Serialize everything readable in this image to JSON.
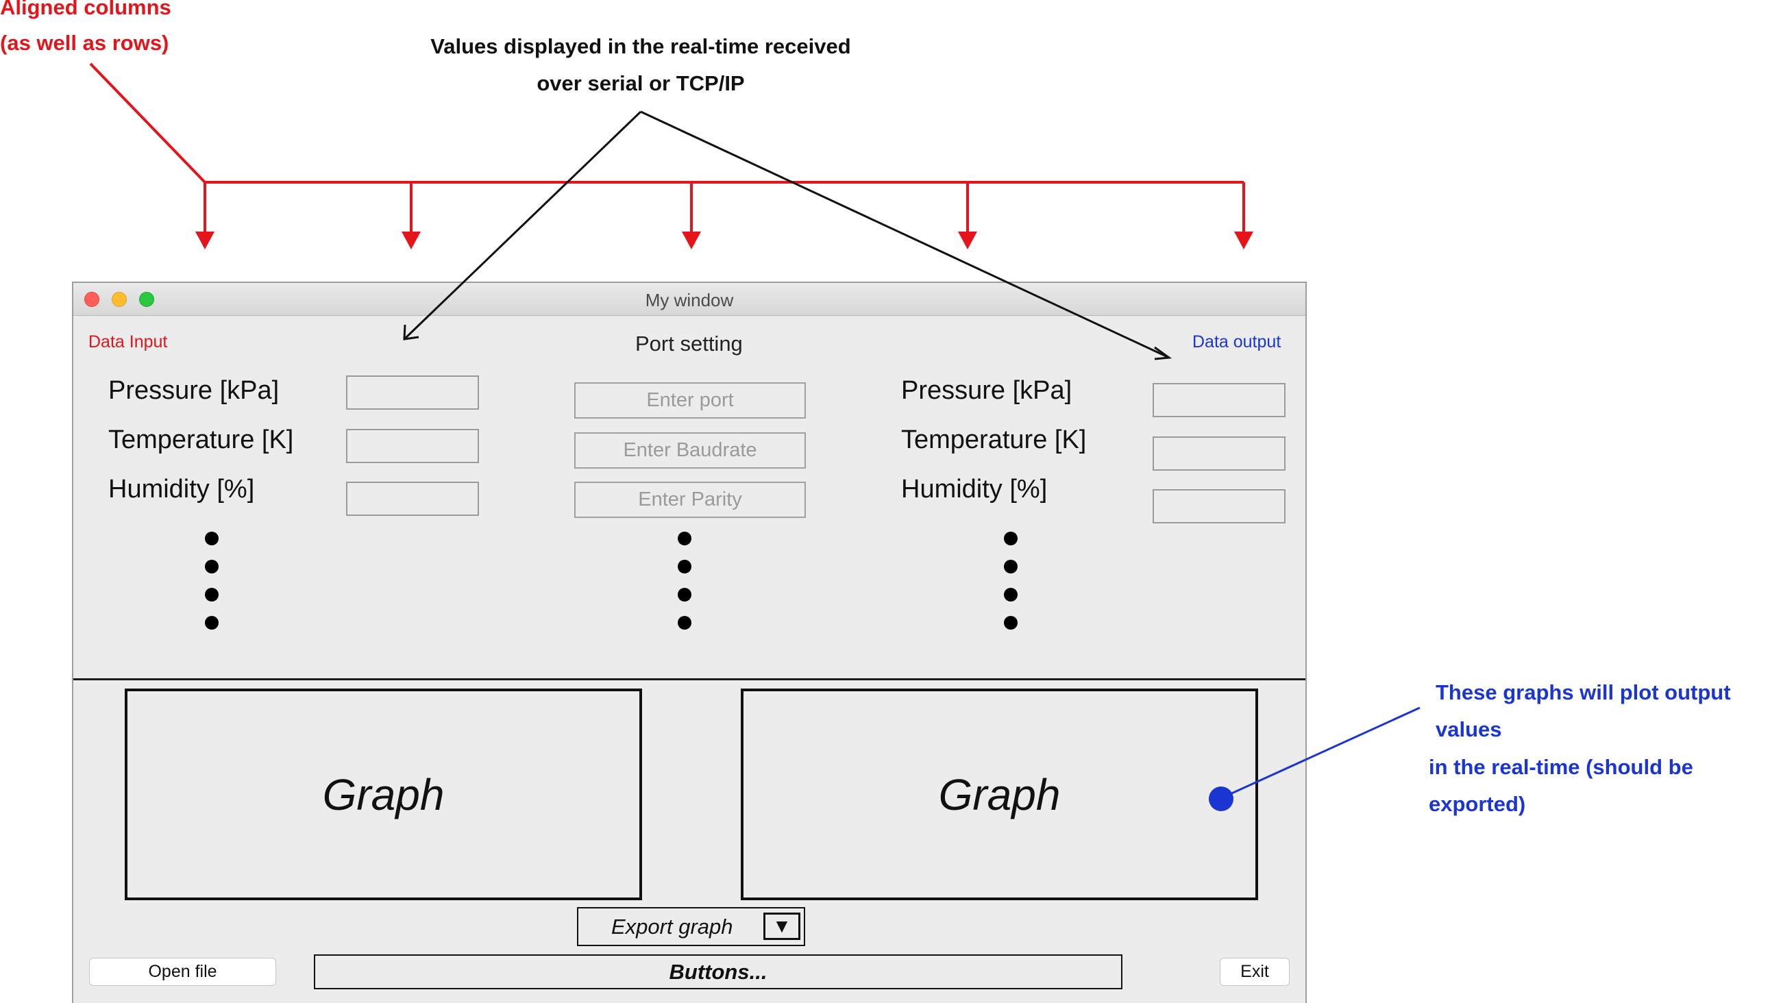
{
  "annotations": {
    "aligned": {
      "line1": "Aligned columns",
      "line2": "(as well as rows)"
    },
    "values": {
      "line1": "Values displayed in the real-time received",
      "line2": "over serial or TCP/IP"
    },
    "graphs": {
      "line1": "These graphs will plot output values",
      "line2": "in the real-time (should be exported)"
    }
  },
  "window": {
    "title": "My window",
    "input_section": {
      "label": "Data Input",
      "fields": [
        "Pressure [kPa]",
        "Temperature [K]",
        "Humidity [%]"
      ]
    },
    "port_section": {
      "label": "Port setting",
      "placeholders": [
        "Enter port",
        "Enter Baudrate",
        "Enter Parity"
      ]
    },
    "output_section": {
      "label": "Data output",
      "fields": [
        "Pressure [kPa]",
        "Temperature [K]",
        "Humidity [%]"
      ]
    },
    "graphs": [
      "Graph",
      "Graph"
    ],
    "export": {
      "label": "Export graph",
      "arrow": "▼"
    },
    "open_file": "Open file",
    "buttons_bar": "Buttons...",
    "exit": "Exit"
  },
  "colors": {
    "annotation_red": "#e5141b",
    "annotation_blue": "#1a35d1",
    "close_light": "#ff5f57",
    "minimize_light": "#febc2e",
    "zoom_light": "#28c840"
  },
  "icons": [
    "close-light-icon",
    "minimize-light-icon",
    "zoom-light-icon",
    "dropdown-arrow-icon",
    "ellipsis-dots-icon"
  ]
}
